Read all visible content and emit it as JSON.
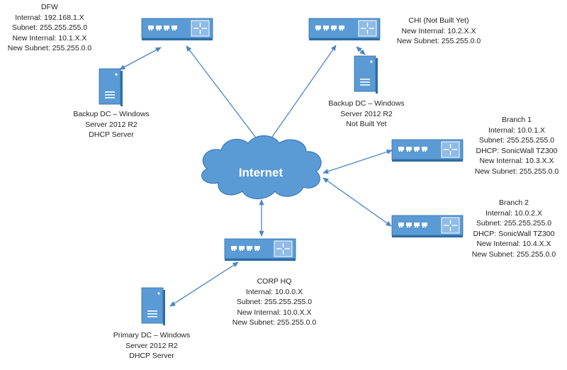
{
  "cloud": {
    "label": "Internet"
  },
  "sites": {
    "dfw": {
      "lines": [
        "DFW",
        "Internal: 192.168.1.X",
        "Subnet: 255.255.255.0",
        "New Internal: 10.1.X.X",
        "New Subnet: 255.255.0.0"
      ]
    },
    "dfw_server": {
      "lines": [
        "Backup DC – Windows",
        "Server 2012 R2",
        "DHCP Server"
      ]
    },
    "chi": {
      "lines": [
        "CHI (Not Built Yet)",
        "New Internal: 10.2.X.X",
        "New Subnet: 255.255.0.0"
      ]
    },
    "chi_server": {
      "lines": [
        "Backup DC – Windows",
        "Server 2012 R2",
        "Not Built Yet"
      ]
    },
    "branch1": {
      "lines": [
        "Branch 1",
        "Internal: 10.0.1.X",
        "Subnet: 255.255.255.0",
        "DHCP: SonicWall TZ300",
        "New Internal: 10.3.X.X",
        "New Subnet: 255.255.0.0"
      ]
    },
    "branch2": {
      "lines": [
        "Branch 2",
        "Internal: 10.0.2.X",
        "Subnet: 255.255.255.0",
        "DHCP: SonicWall TZ300",
        "New Internal: 10.4.X.X",
        "New Subnet: 255.255.0.0"
      ]
    },
    "corp": {
      "lines": [
        "CORP HQ",
        "Internal: 10.0.0.X",
        "Subnet: 255.255.255.0",
        "New Internal: 10.0.X.X",
        "New Subnet: 255.255.0.0"
      ]
    },
    "corp_server": {
      "lines": [
        "Primary DC – Windows",
        "Server 2012 R2",
        "DHCP Server"
      ]
    }
  },
  "colors": {
    "device_fill": "#5b9bd5",
    "device_edge": "#2e6da4",
    "device_light": "#ffffff",
    "connector": "#4a86c5",
    "text": "#1f1f1f"
  }
}
